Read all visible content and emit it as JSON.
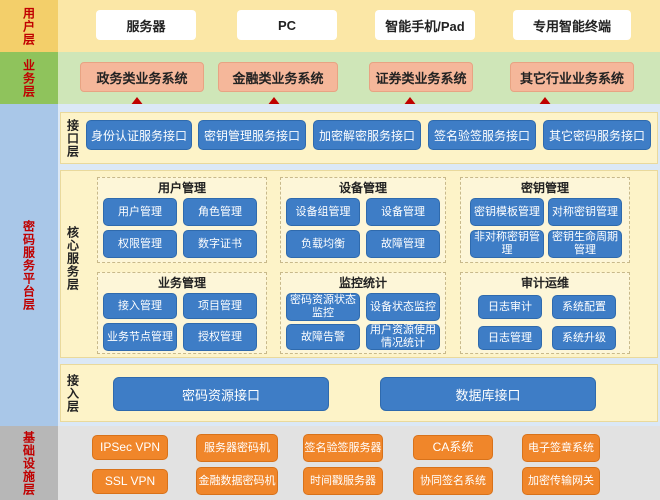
{
  "layers": {
    "user_label": "用户层",
    "business_label": "业务层",
    "crypto_label": "密码服务平台层",
    "base_label": "基础设施层"
  },
  "user_layer": [
    "服务器",
    "PC",
    "智能手机/Pad",
    "专用智能终端"
  ],
  "business_layer": [
    "政务类业务系统",
    "金融类业务系统",
    "证券类业务系统",
    "其它行业业务系统"
  ],
  "interface_layer": {
    "label": "接口层",
    "items": [
      "身份认证服务接口",
      "密钥管理服务接口",
      "加密解密服务接口",
      "签名验签服务接口",
      "其它密码服务接口"
    ]
  },
  "core_layer": {
    "label": "核心服务层",
    "groups": [
      {
        "title": "用户管理",
        "items": [
          "用户管理",
          "角色管理",
          "权限管理",
          "数字证书"
        ]
      },
      {
        "title": "设备管理",
        "items": [
          "设备组管理",
          "设备管理",
          "负载均衡",
          "故障管理"
        ]
      },
      {
        "title": "密钥管理",
        "items": [
          "密钥模板管理",
          "对称密钥管理",
          "非对称密钥管理",
          "密钥生命周期管理"
        ]
      },
      {
        "title": "业务管理",
        "items": [
          "接入管理",
          "项目管理",
          "业务节点管理",
          "授权管理"
        ]
      },
      {
        "title": "监控统计",
        "items": [
          "密码资源状态监控",
          "设备状态监控",
          "故障告警",
          "用户资源使用情况统计"
        ]
      },
      {
        "title": "审计运维",
        "items": [
          "日志审计",
          "系统配置",
          "日志管理",
          "系统升级"
        ]
      }
    ]
  },
  "access_layer": {
    "label": "接入层",
    "items": [
      "密码资源接口",
      "数据库接口"
    ]
  },
  "base_layer": {
    "row1": [
      "IPSec VPN",
      "服务器密码机",
      "签名验签服务器",
      "CA系统",
      "电子签章系统"
    ],
    "row2": [
      "SSL VPN",
      "金融数据密码机",
      "时间戳服务器",
      "协同签名系统",
      "加密传输网关"
    ]
  }
}
